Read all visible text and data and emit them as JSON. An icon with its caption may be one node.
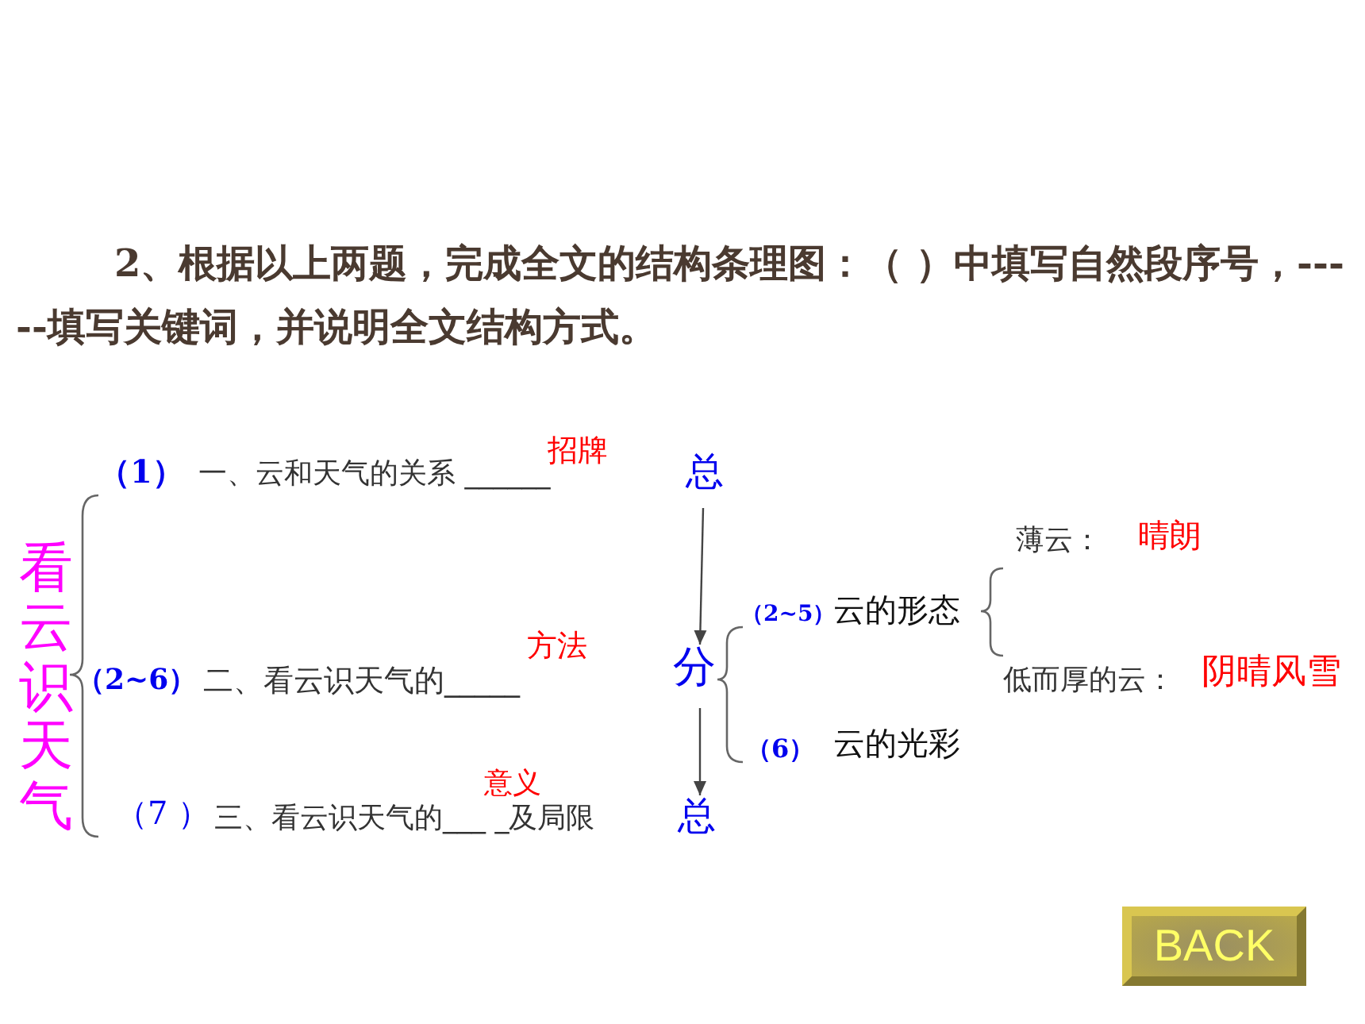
{
  "diagram": {
    "title": "2、根据以上两题，完成全文的结构条理图：（ ）中填写自然段序号，-----填写关键词，并说明全文结构方式。",
    "nodes": [
      {
        "text": [
          "总"
        ]
      },
      {
        "text": [
          "分"
        ]
      },
      {
        "text": [
          "总"
        ]
      }
    ],
    "edges": [
      {
        "from": 0,
        "to": 1,
        "arrow": "to"
      },
      {
        "from": 1,
        "to": 2,
        "arrow": "to"
      }
    ],
    "labels": [
      "招牌",
      "（1）",
      "一、云和天气的关系 ______",
      "薄云：",
      "晴朗",
      "看云识天气",
      "（2~5）",
      "云的形态",
      "方法",
      "（2~6）",
      "二、看云识天气的_____",
      "低而厚的云：",
      "阴晴风雪",
      "（6）",
      "云的光彩",
      "意义",
      "（7 ）",
      "三、看云识天气的___ _及局限",
      "BACK"
    ]
  }
}
